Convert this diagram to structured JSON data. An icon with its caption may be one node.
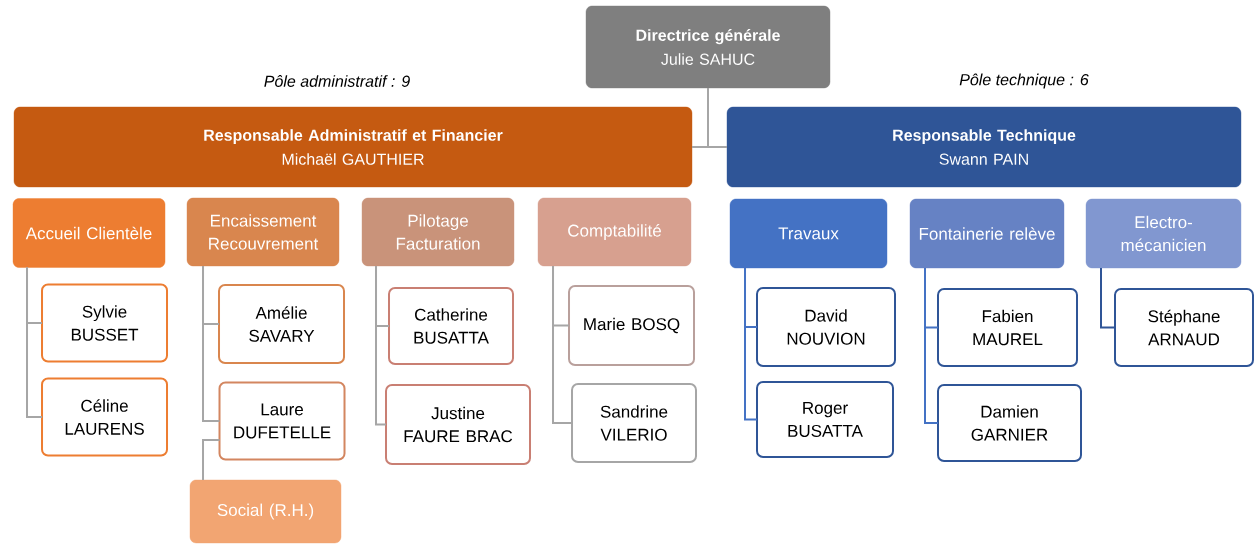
{
  "diagram": {
    "nodes": [
      {
        "text": [
          "Directrice générale",
          "Julie SAHUC"
        ]
      },
      {
        "text": [
          "Responsable Administratif et Financier",
          "Michaël GAUTHIER"
        ]
      },
      {
        "text": [
          "Responsable Technique",
          "Swann PAIN"
        ]
      },
      {
        "text": [
          "Accueil Clientèle"
        ]
      },
      {
        "text": [
          "Sylvie BUSSET"
        ]
      },
      {
        "text": [
          "Céline LAURENS"
        ]
      },
      {
        "text": [
          "Encaissement Recouvrement"
        ]
      },
      {
        "text": [
          "Amélie SAVARY"
        ]
      },
      {
        "text": [
          "Laure DUFETELLE"
        ]
      },
      {
        "text": [
          "Social (R.H.)"
        ]
      },
      {
        "text": [
          "Pilotage Facturation"
        ]
      },
      {
        "text": [
          "Catherine BUSATTA"
        ]
      },
      {
        "text": [
          "Justine FAURE BRAC"
        ]
      },
      {
        "text": [
          "Comptabilité"
        ]
      },
      {
        "text": [
          "Marie BOSQ"
        ]
      },
      {
        "text": [
          "Sandrine VILERIO"
        ]
      },
      {
        "text": [
          "Travaux"
        ]
      },
      {
        "text": [
          "David NOUVION"
        ]
      },
      {
        "text": [
          "Roger BUSATTA"
        ]
      },
      {
        "text": [
          "Fontainerie relève"
        ]
      },
      {
        "text": [
          "Fabien MAUREL"
        ]
      },
      {
        "text": [
          "Damien GARNIER"
        ]
      },
      {
        "text": [
          "Electro- mécanicien"
        ]
      },
      {
        "text": [
          "Stéphane ARNAUD"
        ]
      }
    ],
    "edges": [
      {
        "from": 0,
        "to": 1,
        "arrow": "none"
      },
      {
        "from": 0,
        "to": 2,
        "arrow": "none"
      },
      {
        "from": 3,
        "to": 4,
        "arrow": "none"
      },
      {
        "from": 3,
        "to": 5,
        "arrow": "none"
      },
      {
        "from": 6,
        "to": 7,
        "arrow": "none"
      },
      {
        "from": 6,
        "to": 8,
        "arrow": "none"
      },
      {
        "from": 8,
        "to": 9,
        "arrow": "none"
      },
      {
        "from": 10,
        "to": 11,
        "arrow": "none"
      },
      {
        "from": 10,
        "to": 12,
        "arrow": "none"
      },
      {
        "from": 13,
        "to": 14,
        "arrow": "none"
      },
      {
        "from": 13,
        "to": 15,
        "arrow": "none"
      },
      {
        "from": 16,
        "to": 17,
        "arrow": "none",
        "color": "#4472c4"
      },
      {
        "from": 16,
        "to": 18,
        "arrow": "none",
        "color": "#4472c4"
      },
      {
        "from": 19,
        "to": 20,
        "arrow": "none",
        "color": "#4472c4"
      },
      {
        "from": 19,
        "to": 21,
        "arrow": "none",
        "color": "#4472c4"
      },
      {
        "from": 22,
        "to": 23,
        "arrow": "none",
        "color": "#2f5597"
      }
    ],
    "labels": [
      "Pôle administratif : 9",
      "Pôle technique : 6"
    ]
  }
}
